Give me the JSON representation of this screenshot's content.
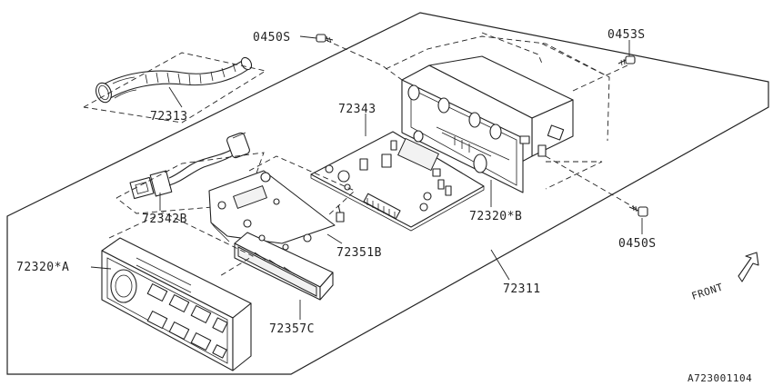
{
  "labels": {
    "p0450s_top": "0450S",
    "p0453s": "0453S",
    "p0450s_bottom": "0450S",
    "p72313": "72313",
    "p72343": "72343",
    "p72320b": "72320*B",
    "p72342b": "72342B",
    "p72351b": "72351B",
    "p72320a": "72320*A",
    "p72311": "72311",
    "p72357c": "72357C",
    "front": "FRONT",
    "diagram_id": "A723001104"
  }
}
